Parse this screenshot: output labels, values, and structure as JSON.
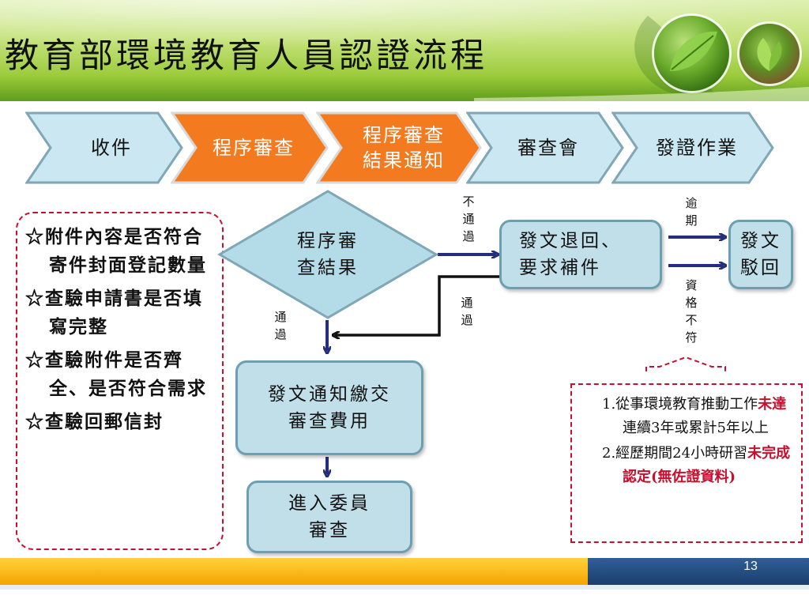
{
  "title": "教育部環境教育人員認證流程",
  "steps": [
    "收件",
    "程序審查",
    "程序審查結果通知",
    "審查會",
    "發證作業"
  ],
  "steps_lines": {
    "s3_line1": "程序審查",
    "s3_line2": "結果通知"
  },
  "checklist": [
    "☆附件內容是否符合寄件封面登記數量",
    "☆查驗申請書是否填寫完整",
    "☆查驗附件是否齊全、是否符合需求",
    "☆查驗回郵信封"
  ],
  "flow": {
    "decision_line1": "程序審",
    "decision_line2": "查結果",
    "fail_label": "不通過",
    "pass_label_down": "通過",
    "pass_label_return": "通過",
    "return_box_line1": "發文退回、",
    "return_box_line2": "要求補件",
    "overdue_label": "逾期",
    "disqualified_label": "資格不符",
    "reject_box_line1": "發文",
    "reject_box_line2": "駁回",
    "fee_box_line1": "發文通知繳交",
    "fee_box_line2": "審查費用",
    "committee_box_line1": "進入委員",
    "committee_box_line2": "審查"
  },
  "disqualify_notes": {
    "item1_prefix": "1.從事環境教育推動工作",
    "item1_red": "未達",
    "item1_suffix": "連續3年或累計5年以上",
    "item2_prefix": "2.經歷期間24小時研習",
    "item2_red": "未完成認定(無佐證資料)"
  },
  "page_number": "13",
  "colors": {
    "step_blue": "#cbe7f1",
    "step_orange": "#f47a1f",
    "box_blue": "#c1dfe9",
    "arrow_navy": "#252e7d",
    "dashed_red": "#c8102e",
    "footer_orange": "#f5a300",
    "footer_navy": "#1b3e6c"
  }
}
